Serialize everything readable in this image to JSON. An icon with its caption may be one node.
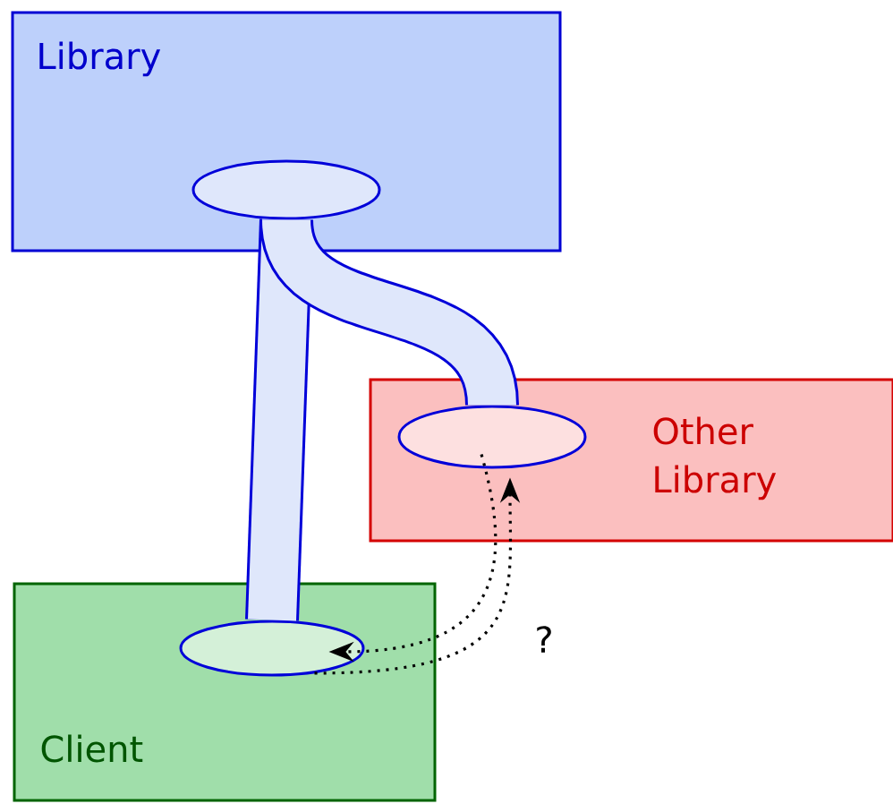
{
  "diagram": {
    "nodes": [
      {
        "text": [
          "Library"
        ]
      },
      {
        "text": [
          "Other Library"
        ]
      },
      {
        "text": [
          "Client"
        ]
      },
      {
        "text": [],
        "shape": "blob",
        "in": 0
      },
      {
        "text": [],
        "shape": "blob",
        "in": 1
      },
      {
        "text": [],
        "shape": "blob",
        "in": 2
      }
    ],
    "edges": [
      {
        "from": 3,
        "to": 5,
        "arrow": "none",
        "style": "thick"
      },
      {
        "from": 3,
        "to": 4,
        "arrow": "none",
        "style": "thick"
      },
      {
        "from": 4,
        "to": 5,
        "arrow": "to",
        "style": "dashed",
        "color": "#000000"
      },
      {
        "from": 5,
        "to": 4,
        "arrow": "to",
        "style": "dashed",
        "color": "#000000",
        "label": "?"
      }
    ]
  }
}
